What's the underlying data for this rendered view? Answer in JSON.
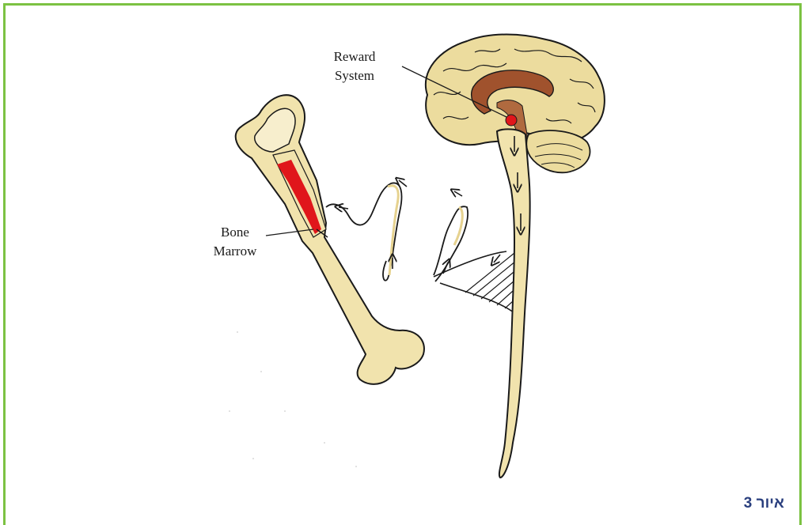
{
  "labels": {
    "reward_system_line1": "Reward",
    "reward_system_line2": "System",
    "bone_marrow_line1": "Bone",
    "bone_marrow_line2": "Marrow"
  },
  "caption": "איור 3",
  "colors": {
    "frame_border": "#7cc242",
    "bone_fill": "#f1e3ad",
    "marrow_red": "#e0161b",
    "brain_fill": "#ecdc9e",
    "reward_brown": "#a0522d",
    "caption_color": "#2a3f7e"
  }
}
